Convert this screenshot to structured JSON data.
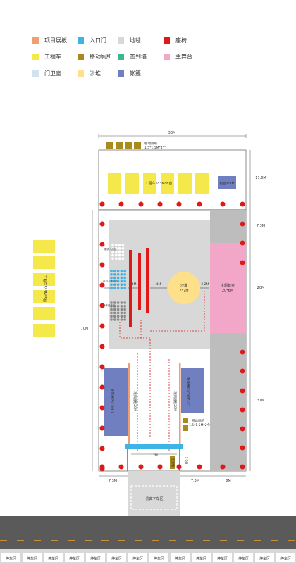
{
  "legend": [
    {
      "label": "项目展板",
      "color": "#F0A070"
    },
    {
      "label": "入口门",
      "color": "#3CB4E6"
    },
    {
      "label": "地毯",
      "color": "#D8D8D8"
    },
    {
      "label": "座椅",
      "color": "#E01818"
    },
    {
      "label": "工程车",
      "color": "#F5E84A"
    },
    {
      "label": "移动厕所",
      "color": "#A88A1E"
    },
    {
      "label": "签到墙",
      "color": "#3CB68C"
    },
    {
      "label": "主舞台",
      "color": "#F2A6C8"
    },
    {
      "label": "门卫室",
      "color": "#CFE3F2"
    },
    {
      "label": "沙堆",
      "color": "#FFE08A"
    },
    {
      "label": "帐篷",
      "color": "#6F7FC0"
    }
  ],
  "dims": {
    "width_total": "33M",
    "top_height": "11.6M",
    "gap_height": "7.3M",
    "stage_height": "20M",
    "lower_height": "31M",
    "overall_height": "70M",
    "road_width": "12M",
    "stage_gap": "2.2M",
    "side_left": "7.3M",
    "side_mid": "7.3M",
    "side_right": "8M",
    "pile_gap": "4M",
    "seat_gap": "2.4M",
    "entrance": "3*5M"
  },
  "labels": {
    "toilet_top": "移动厕所",
    "toilet_top_size": "1.5*1.5M*4个",
    "trucks": "工程车5*3M*6台",
    "guard": "控台3*3M",
    "pile_name": "沙堆",
    "pile_size": "7*7M",
    "stage_name": "主题舞台",
    "stage_size": "20*6M",
    "tent_left": "帐篷展区6*3M*1个",
    "tent_right": "帐篷展区6*3M*1个",
    "board_left": "项目展板20M",
    "board_right": "项目展板20M",
    "toilet_right": "移动厕所",
    "toilet_right_size": "1.5*1.5M*2个",
    "sign_wall": "签到墙",
    "parking_vip": "贵宾下车区",
    "side_trucks": "工程车5*3M*5台",
    "seat_label_1": "嘉宾入座区",
    "seat_label_2": "项目方座位区",
    "seat_label_3": "媒体座位区",
    "parking": "停车区"
  }
}
